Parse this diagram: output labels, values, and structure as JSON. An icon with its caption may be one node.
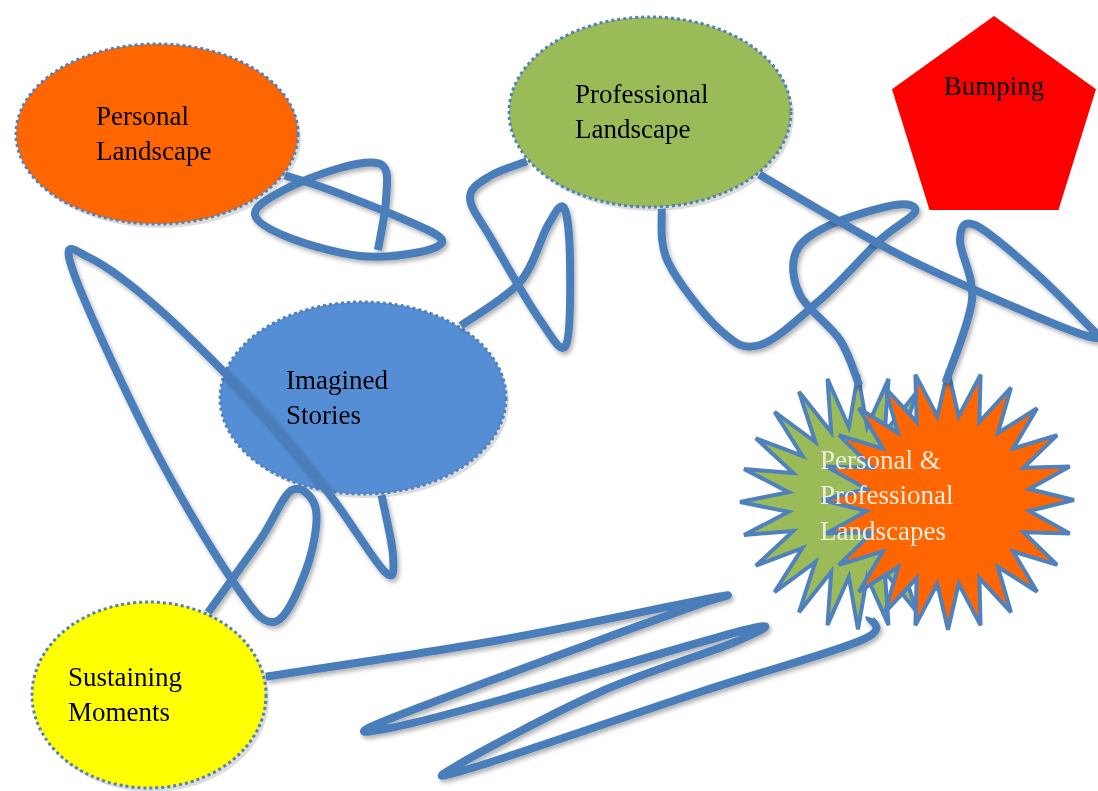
{
  "diagram": {
    "nodes": [
      {
        "text": [
          "Personal Landscape"
        ]
      },
      {
        "text": [
          "Professional Landscape"
        ]
      },
      {
        "text": [
          "Bumping"
        ]
      },
      {
        "text": [
          "Imagined Stories"
        ]
      },
      {
        "text": [
          "Personal & Professional Landscapes"
        ]
      },
      {
        "text": [
          "Sustaining Moments"
        ]
      }
    ],
    "edges": [
      {
        "from": 0,
        "to": null,
        "arrow": "none"
      },
      {
        "from": 5,
        "to": 3,
        "arrow": "none"
      },
      {
        "from": 3,
        "to": 1,
        "arrow": "none"
      },
      {
        "from": 1,
        "to": 4,
        "arrow": "none"
      },
      {
        "from": 1,
        "to": 4,
        "arrow": "none"
      },
      {
        "from": 5,
        "to": 4,
        "arrow": "none"
      }
    ]
  }
}
